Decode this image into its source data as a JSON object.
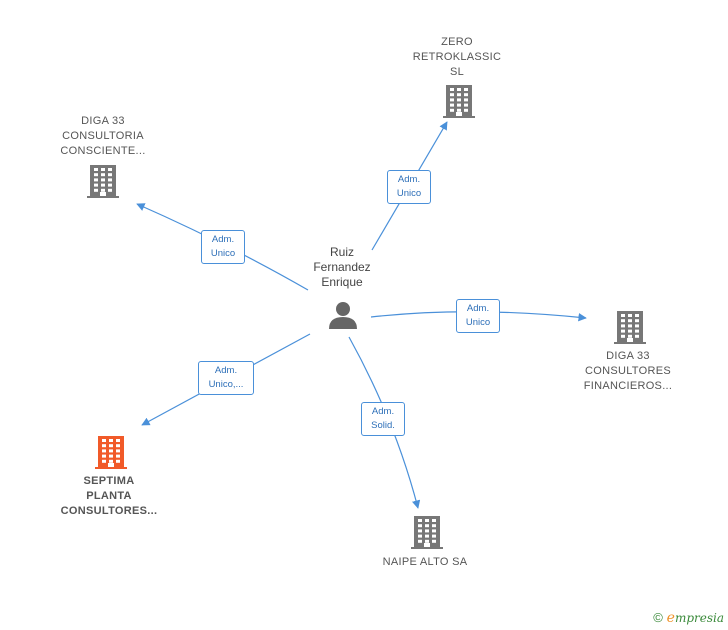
{
  "colors": {
    "edge": "#4a90d9",
    "building": "#777777",
    "building_highlight": "#f15a29",
    "person": "#666666"
  },
  "center": {
    "name_lines": [
      "Ruiz",
      "Fernandez",
      "Enrique"
    ],
    "icon": "person-icon"
  },
  "nodes": [
    {
      "id": "zero",
      "lines": [
        "ZERO",
        "RETROKLASSIC",
        "SL"
      ],
      "icon": "building-icon",
      "highlight": false
    },
    {
      "id": "diga-consultoria",
      "lines": [
        "DIGA 33",
        "CONSULTORIA",
        "CONSCIENTE..."
      ],
      "icon": "building-icon",
      "highlight": false
    },
    {
      "id": "diga-financieros",
      "lines": [
        "DIGA 33",
        "CONSULTORES",
        "FINANCIEROS..."
      ],
      "icon": "building-icon",
      "highlight": false
    },
    {
      "id": "septima",
      "lines": [
        "SEPTIMA",
        "PLANTA",
        "CONSULTORES..."
      ],
      "icon": "building-icon",
      "highlight": true
    },
    {
      "id": "naipe",
      "lines": [
        "NAIPE ALTO SA"
      ],
      "icon": "building-icon",
      "highlight": false
    }
  ],
  "edges": [
    {
      "to": "zero",
      "label": [
        "Adm.",
        "Unico"
      ]
    },
    {
      "to": "diga-consultoria",
      "label": [
        "Adm.",
        "Unico"
      ]
    },
    {
      "to": "diga-financieros",
      "label": [
        "Adm.",
        "Unico"
      ]
    },
    {
      "to": "septima",
      "label": [
        "Adm.",
        "Unico,..."
      ]
    },
    {
      "to": "naipe",
      "label": [
        "Adm.",
        "Solid."
      ]
    }
  ],
  "footer": {
    "copyright": "©",
    "brand_initial": "e",
    "brand_rest": "mpresia"
  }
}
